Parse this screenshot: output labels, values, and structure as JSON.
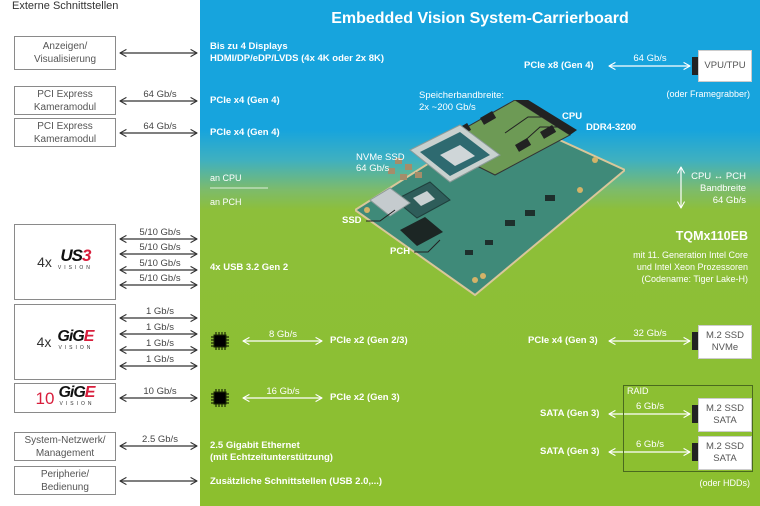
{
  "header": {
    "left_title": "Externe Schnittstellen",
    "main_title": "Embedded Vision System-Carrierboard"
  },
  "left_boxes": {
    "displays": [
      "Anzeigen/",
      "Visualisierung"
    ],
    "pcie_cam_1": [
      "PCI Express",
      "Kameramodul"
    ],
    "pcie_cam_2": [
      "PCI Express",
      "Kameramodul"
    ],
    "usb3": {
      "count": "4x",
      "logo_main": "US",
      "logo_accent": "3",
      "logo_sub": "VISION"
    },
    "gige": {
      "count": "4x",
      "logo_main": "GiG",
      "logo_accent": "E",
      "logo_sub": "VISION"
    },
    "gige10": {
      "count": "10",
      "logo_main": "GiG",
      "logo_accent": "E",
      "logo_sub": "VISION"
    },
    "network": [
      "System-Netzwerk/",
      "Management"
    ],
    "peripherals": [
      "Peripherie/",
      "Bedienung"
    ]
  },
  "left_links": {
    "pcie_cam_1_rate": "64 Gb/s",
    "pcie_cam_2_rate": "64 Gb/s",
    "usb_rates": [
      "5/10 Gb/s",
      "5/10 Gb/s",
      "5/10 Gb/s",
      "5/10 Gb/s"
    ],
    "gige_rates": [
      "1 Gb/s",
      "1 Gb/s",
      "1 Gb/s",
      "1 Gb/s"
    ],
    "gige10_rate": "10 Gb/s",
    "network_rate": "2.5 Gb/s"
  },
  "interfaces": {
    "displays": [
      "Bis zu 4 Displays",
      "HDMI/DP/eDP/LVDS (4x 4K oder 2x 8K)"
    ],
    "pcie_cam_1": "PCIe x4 (Gen 4)",
    "pcie_cam_2": "PCIe x4 (Gen 4)",
    "cpu_label": "an CPU",
    "pch_label": "an PCH",
    "usb": "4x USB 3.2 Gen 2",
    "gige_pcie": "PCIe x2 (Gen 2/3)",
    "gige_pcie_rate": "8 Gb/s",
    "gige10_pcie": "PCIe x2 (Gen 3)",
    "gige10_pcie_rate": "16 Gb/s",
    "ethernet": [
      "2.5 Gigabit Ethernet",
      "(mit Echtzeitunterstützung)"
    ],
    "extra": "Zusätzliche Schnittstellen (USB 2.0,...)"
  },
  "board": {
    "memory_bw": [
      "Speicherbandbreite:",
      "2x ~200 Gb/s"
    ],
    "nvme": [
      "NVMe SSD",
      "64 Gb/s"
    ],
    "callouts": {
      "cpu": "CPU",
      "ddr": "DDR4-3200",
      "ssd": "SSD",
      "pch": "PCH"
    },
    "module_name": "TQMx110EB",
    "module_desc": [
      "mit 11. Generation Intel Core",
      "und Intel Xeon Prozessoren",
      "(Codename: Tiger Lake-H)"
    ],
    "cpu_pch": [
      "CPU ↔ PCH",
      "Bandbreite",
      "64 Gb/s"
    ]
  },
  "right": {
    "vpu_iface": "PCIe x8 (Gen 4)",
    "vpu_rate": "64 Gb/s",
    "vpu_box": "VPU/TPU",
    "vpu_note": "(oder Framegrabber)",
    "nvme_iface": "PCIe x4 (Gen 3)",
    "nvme_rate": "32 Gb/s",
    "nvme_box": [
      "M.2 SSD",
      "NVMe"
    ],
    "raid_label": "RAID",
    "sata1_iface": "SATA (Gen 3)",
    "sata1_rate": "6 Gb/s",
    "sata1_box": [
      "M.2 SSD",
      "SATA"
    ],
    "sata2_iface": "SATA (Gen 3)",
    "sata2_rate": "6 Gb/s",
    "sata2_box": [
      "M.2 SSD",
      "SATA"
    ],
    "hdd_note": "(oder HDDs)"
  },
  "colors": {
    "blue": "#17a4dd",
    "green": "#8cbf2e",
    "red_logo": "#d81e3c"
  }
}
